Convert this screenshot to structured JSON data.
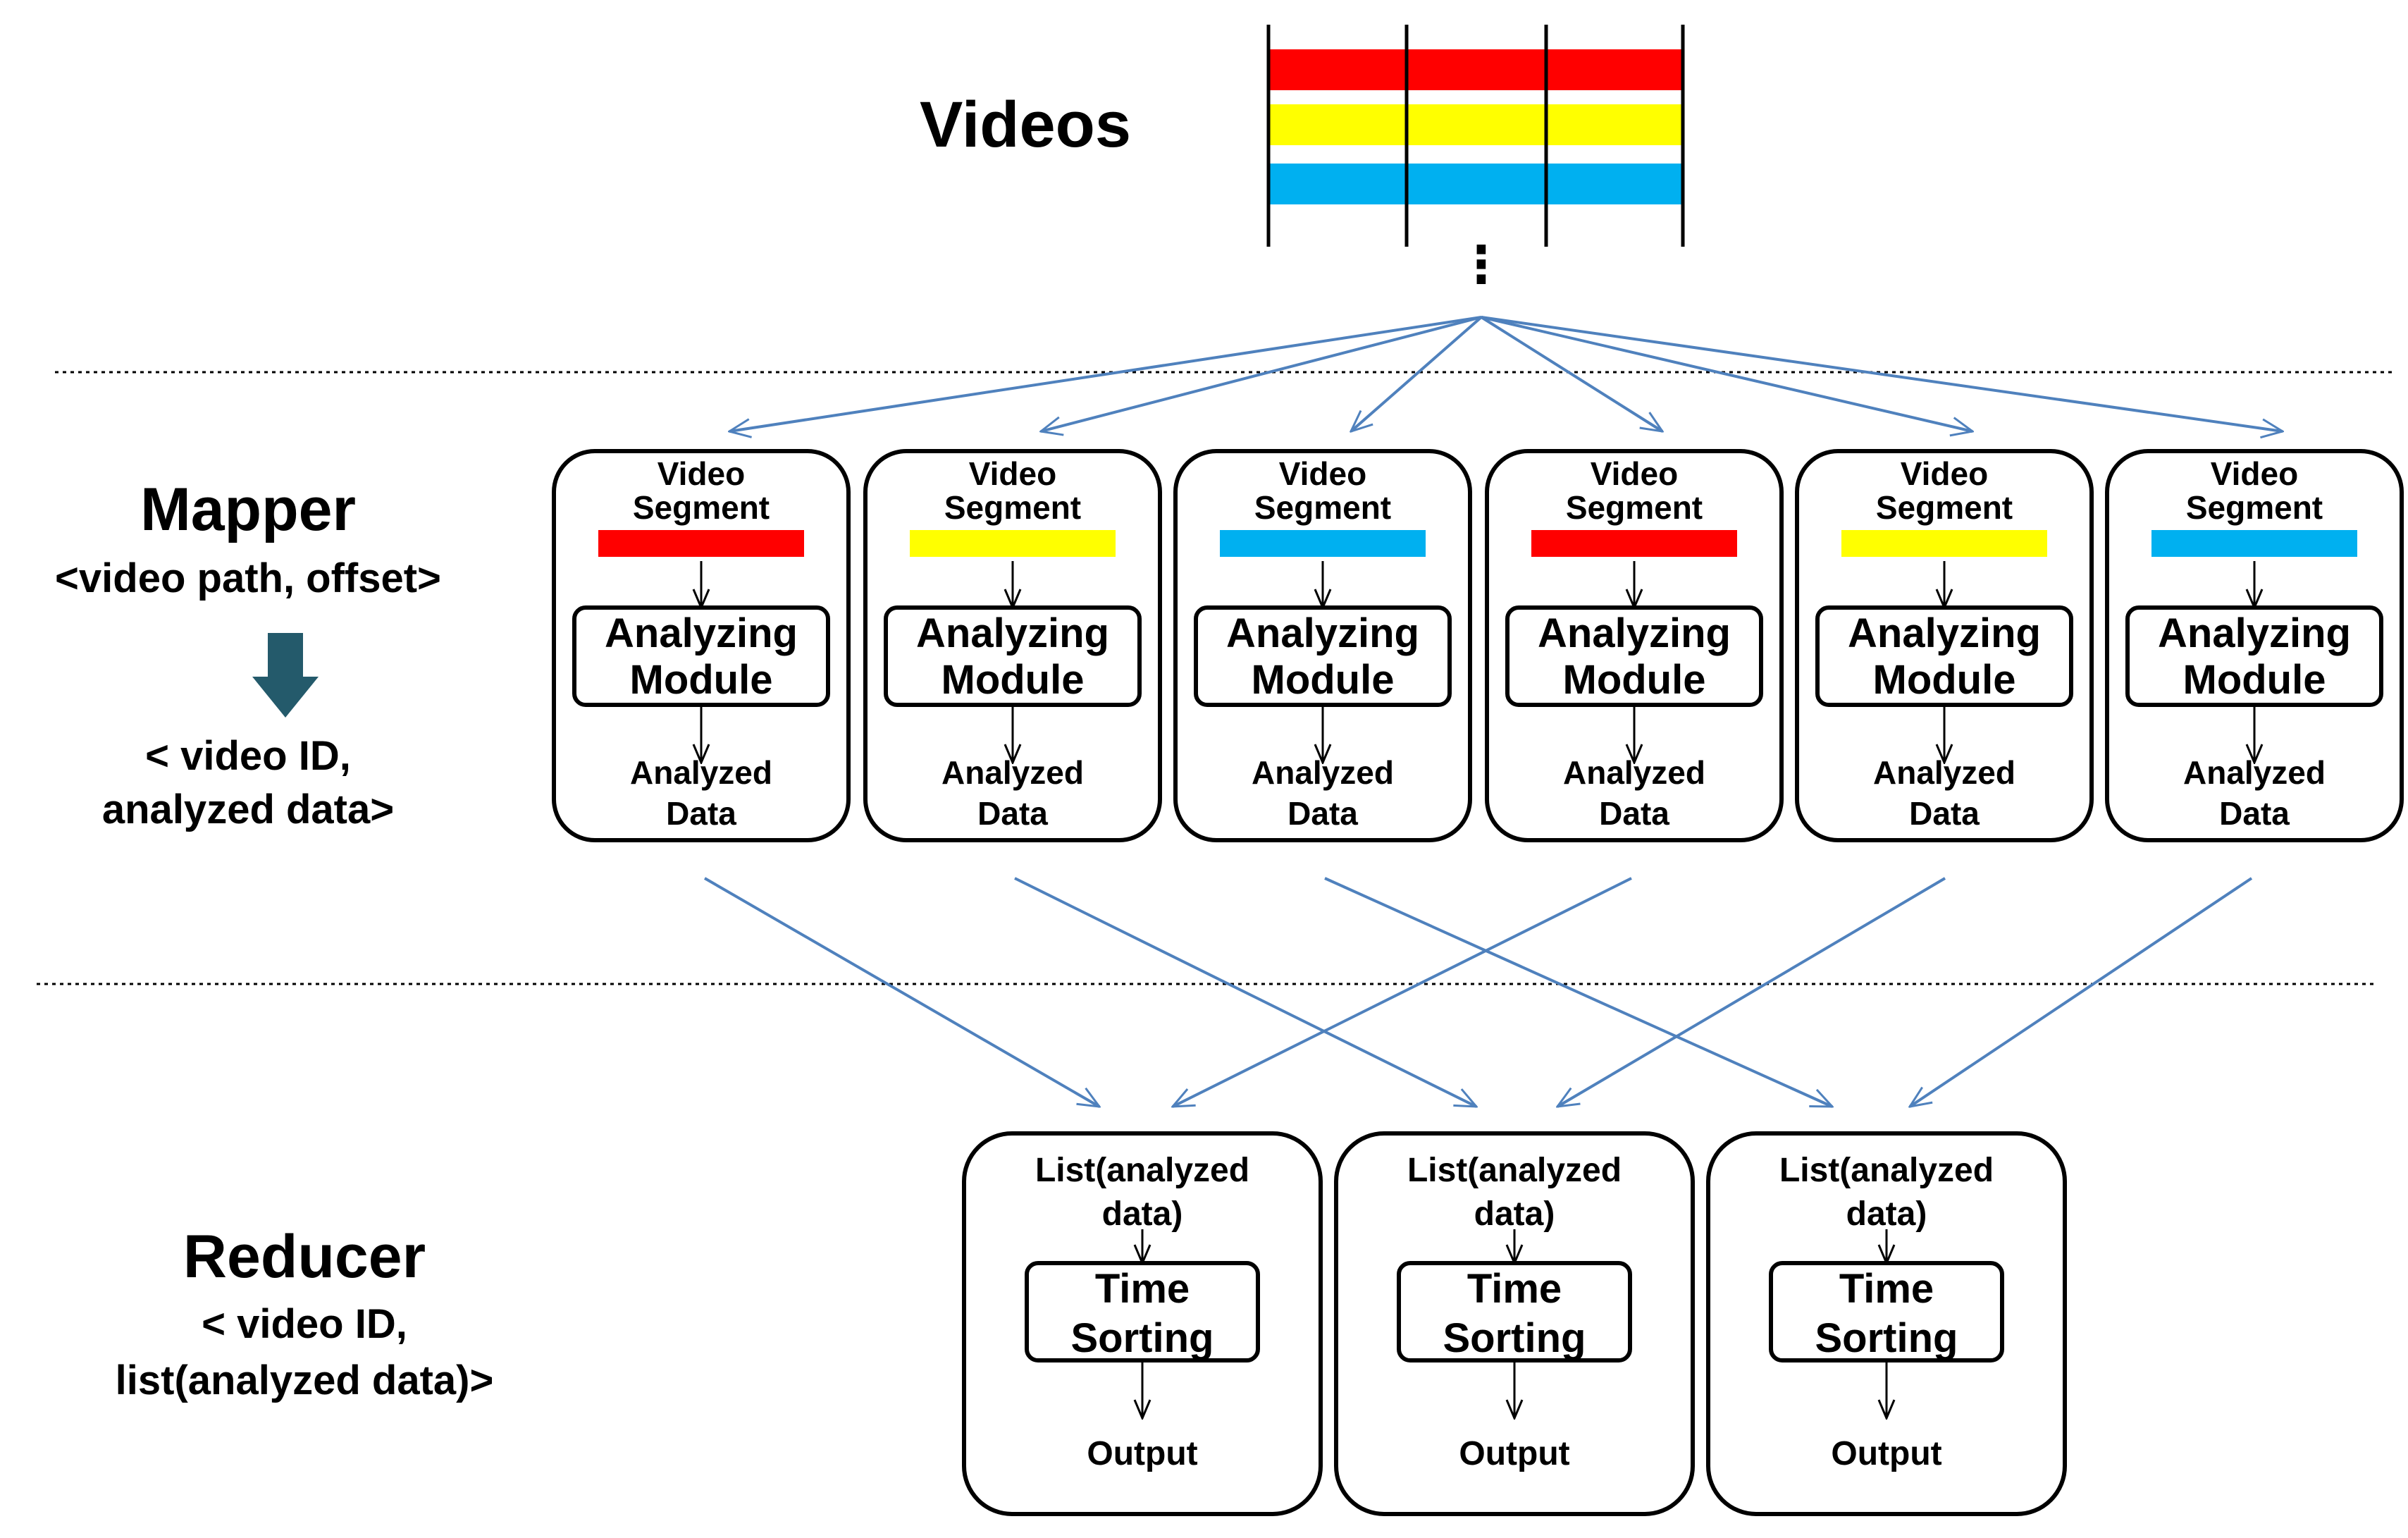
{
  "title": "Videos",
  "colors": {
    "red": "#ff0000",
    "yellow": "#ffff00",
    "blue": "#00b0f0",
    "arrow_blue": "#4f81bd",
    "down_arrow": "#245a6b"
  },
  "video_stripe_colors": [
    "red",
    "yellow",
    "blue"
  ],
  "continuation": "⋮",
  "mapper": {
    "title": "Mapper",
    "input": "<video path, offset>",
    "arrow_icon": "down-arrow-icon",
    "output_line1": "< video ID,",
    "output_line2": "analyzed data>",
    "segment_label": [
      "Video",
      "Segment"
    ],
    "module_label": [
      "Analyzing",
      "Module"
    ],
    "data_label": [
      "Analyzed",
      "Data"
    ],
    "box_segment_colors": [
      "red",
      "yellow",
      "blue",
      "red",
      "yellow",
      "blue"
    ]
  },
  "reducer": {
    "title": "Reducer",
    "line1": "< video ID,",
    "line2": "list(analyzed data)>",
    "list_label": [
      "List(analyzed",
      "data)"
    ],
    "sort_label": [
      "Time",
      "Sorting"
    ],
    "output_label": "Output",
    "box_count": 3
  },
  "shuffle": [
    {
      "from_mapper": 1,
      "to_reducer": 1
    },
    {
      "from_mapper": 2,
      "to_reducer": 2
    },
    {
      "from_mapper": 3,
      "to_reducer": 3
    },
    {
      "from_mapper": 4,
      "to_reducer": 1
    },
    {
      "from_mapper": 5,
      "to_reducer": 2
    },
    {
      "from_mapper": 6,
      "to_reducer": 3
    }
  ]
}
